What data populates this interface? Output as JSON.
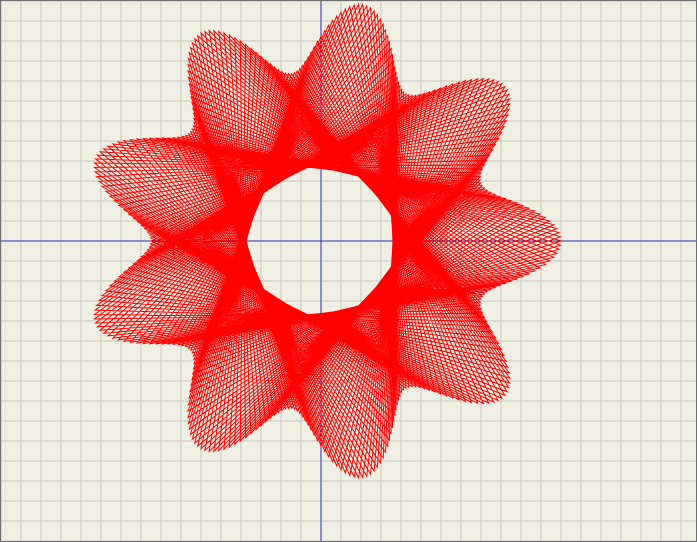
{
  "canvas": {
    "background_color": "#efefe3",
    "grid_color": "#c7c7c2",
    "axis_color": "#2a2ab5",
    "curve_color": "#ff0000",
    "grid_visible": true,
    "axes_visible": true
  },
  "curve": {
    "kind": "star-polygon spirograph",
    "outer_radius": 240,
    "inner_radius": 170,
    "lobes": 9,
    "vertices": 360,
    "step": 137
  }
}
